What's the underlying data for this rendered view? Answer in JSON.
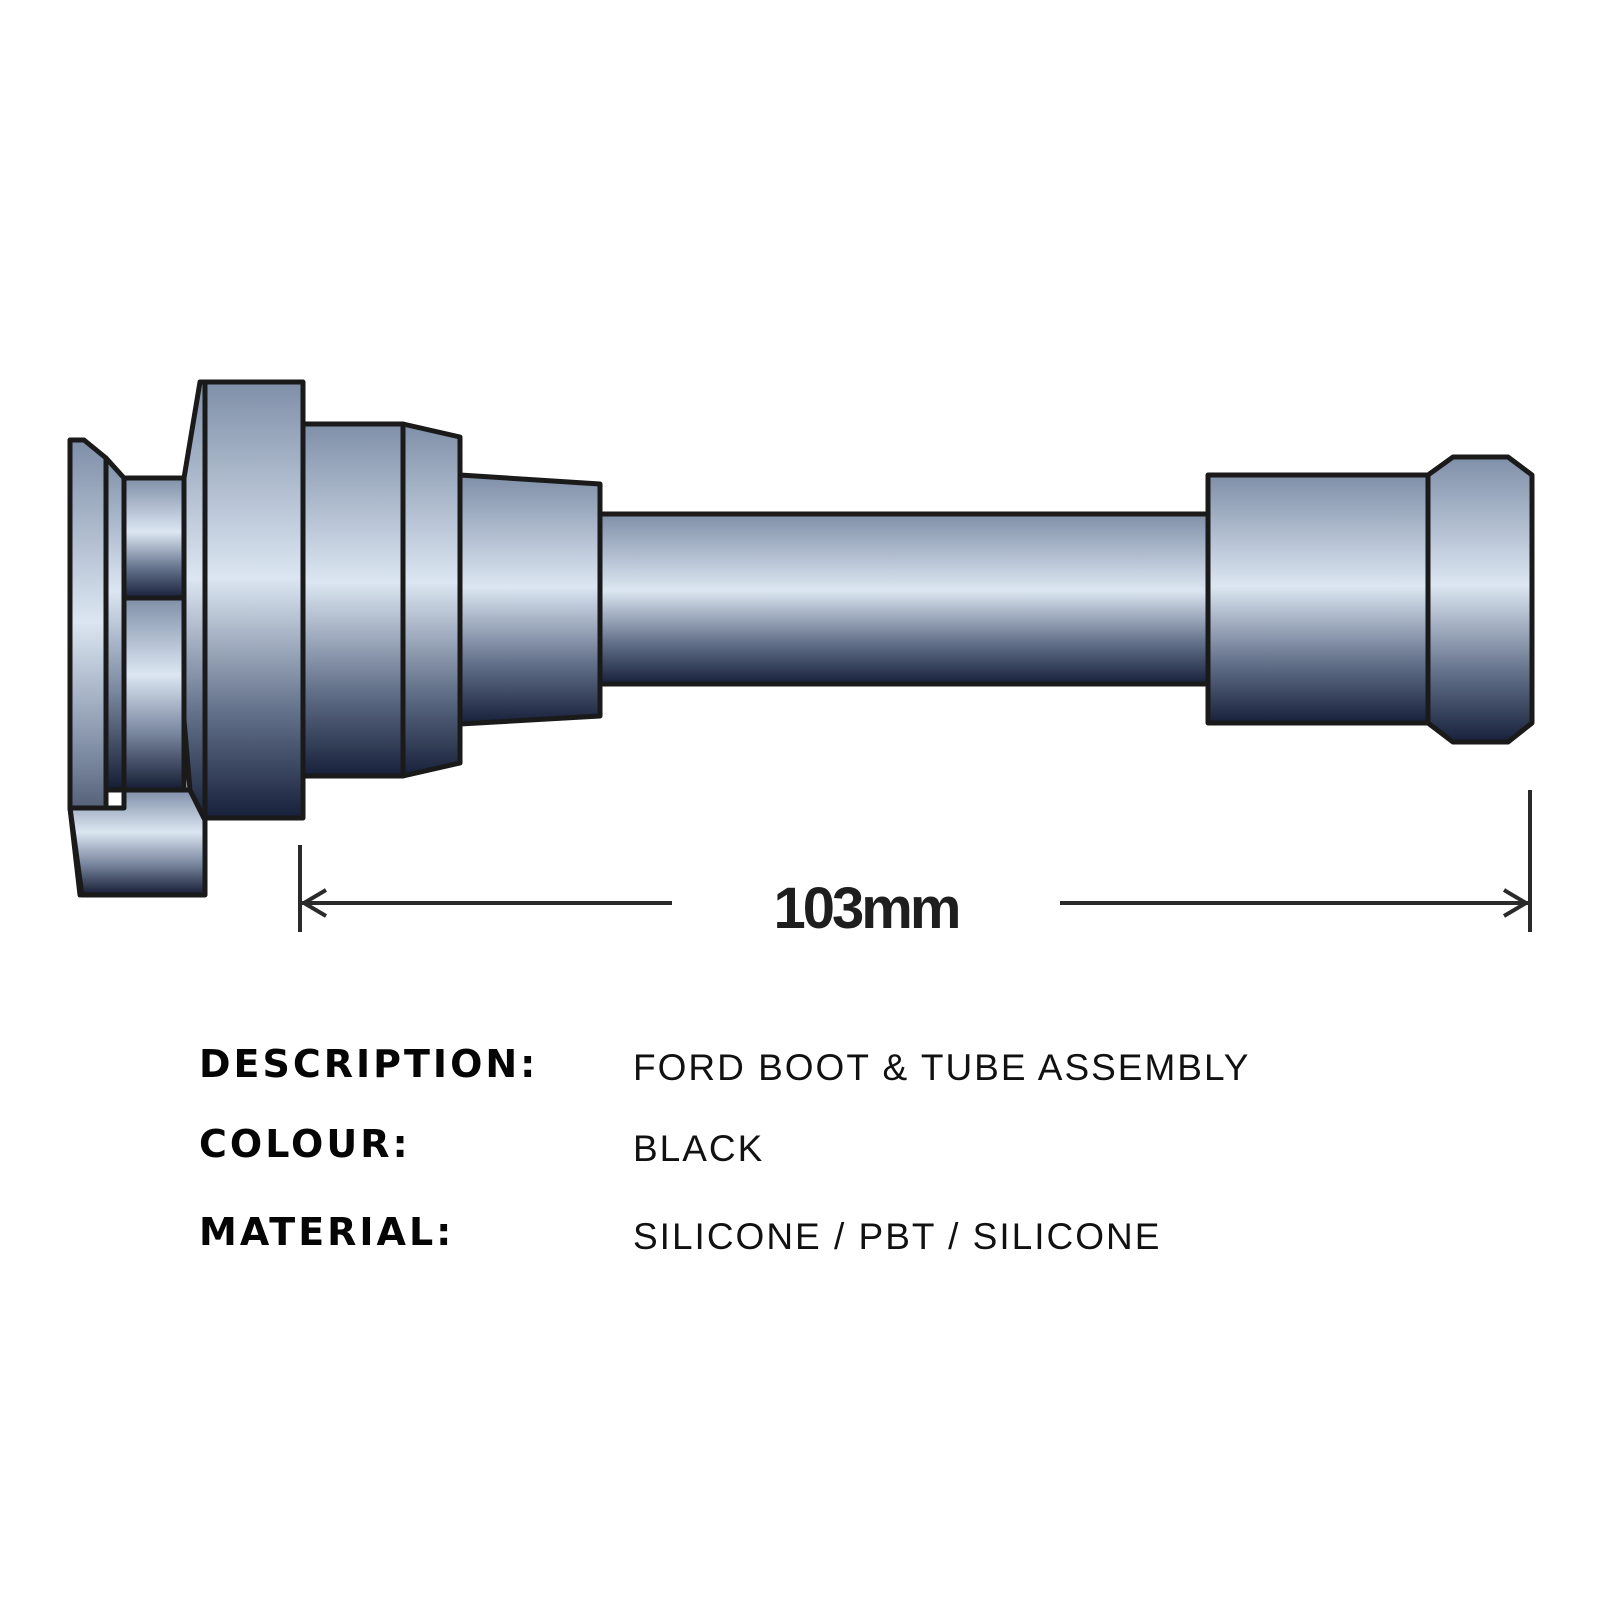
{
  "diagram": {
    "dimension_label": "103mm"
  },
  "specs": [
    {
      "label": "DESCRIPTION:",
      "value": "FORD BOOT & TUBE ASSEMBLY"
    },
    {
      "label": "COLOUR:",
      "value": "BLACK"
    },
    {
      "label": "MATERIAL:",
      "value": "SILICONE / PBT / SILICONE"
    }
  ],
  "colors": {
    "part_light": "#dce6f2",
    "part_mid": "#7f8fa8",
    "part_dark": "#17203a",
    "outline": "#1a1a1a"
  }
}
